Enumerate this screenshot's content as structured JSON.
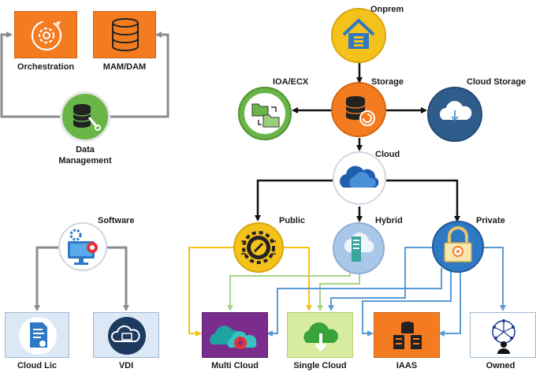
{
  "labels": {
    "orchestration": "Orchestration",
    "mam_dam": "MAM/DAM",
    "data_management_line1": "Data",
    "data_management_line2": "Management",
    "onprem": "Onprem",
    "ioa_ecx": "IOA/ECX",
    "storage": "Storage",
    "cloud_storage": "Cloud Storage",
    "cloud": "Cloud",
    "public": "Public",
    "hybrid": "Hybrid",
    "private": "Private",
    "software": "Software",
    "cloud_lic": "Cloud Lic",
    "vdi": "VDI",
    "multi_cloud": "Multi Cloud",
    "single_cloud": "Single Cloud",
    "iaas": "IAAS",
    "owned": "Owned"
  },
  "colors": {
    "orange": "#f47b20",
    "green": "#6ab547",
    "blue": "#2f78c4",
    "yellow": "#f4c21a",
    "lightblue": "#a9c7e8",
    "purple": "#7a2d8c",
    "lightgreen": "#d7ec9e",
    "gray_wire": "#8c8c8c",
    "black_wire": "#111111",
    "yellow_wire": "#f4c21a",
    "green_wire": "#a8d48a",
    "blue_wire": "#5a9bd5"
  },
  "icons": {
    "orchestration": "gear-cycle-icon",
    "mam_dam": "database-icon",
    "data_management": "database-wrench-icon",
    "onprem": "house-server-icon",
    "ioa_ecx": "folder-transfer-icon",
    "storage": "database-refresh-icon",
    "cloud_storage": "cloud-download-icon",
    "cloud": "cloud-icon",
    "public": "gear-link-icon",
    "hybrid": "server-cloud-icon",
    "private": "padlock-icon",
    "software": "monitor-gears-icon",
    "cloud_lic": "certificate-document-icon",
    "vdi": "cloud-monitor-icon",
    "multi_cloud": "clouds-gear-icon",
    "single_cloud": "cloud-down-arrow-icon",
    "iaas": "server-rack-icon",
    "owned": "network-user-icon"
  }
}
